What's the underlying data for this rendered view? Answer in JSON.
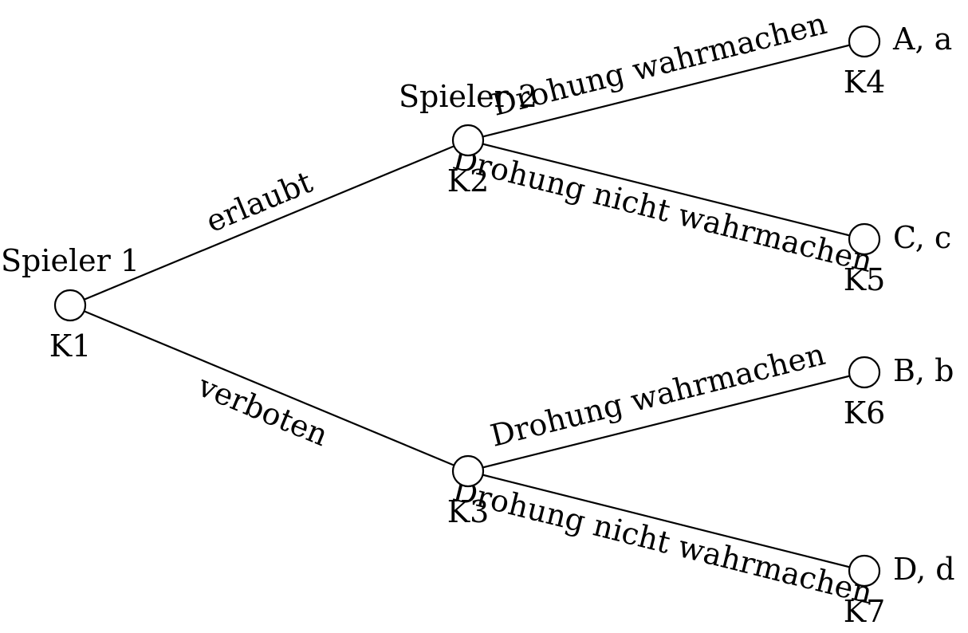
{
  "nodes": [
    {
      "id": "K1",
      "label": "K1",
      "player": "Spieler 1"
    },
    {
      "id": "K2",
      "label": "K2",
      "player": "Spieler 2"
    },
    {
      "id": "K3",
      "label": "K3",
      "player": ""
    },
    {
      "id": "K4",
      "label": "K4",
      "payoff": "A, a"
    },
    {
      "id": "K5",
      "label": "K5",
      "payoff": "C, c"
    },
    {
      "id": "K6",
      "label": "K6",
      "payoff": "B, b"
    },
    {
      "id": "K7",
      "label": "K7",
      "payoff": "D, d"
    }
  ],
  "edges": [
    {
      "from": "K1",
      "to": "K2",
      "label": "erlaubt"
    },
    {
      "from": "K1",
      "to": "K3",
      "label": "verboten"
    },
    {
      "from": "K2",
      "to": "K4",
      "label": "Drohung wahrmachen"
    },
    {
      "from": "K2",
      "to": "K5",
      "label": "Drohung nicht wahrmachen"
    },
    {
      "from": "K3",
      "to": "K6",
      "label": "Drohung wahrmachen"
    },
    {
      "from": "K3",
      "to": "K7",
      "label": "Drohung nicht wahrmachen"
    }
  ]
}
